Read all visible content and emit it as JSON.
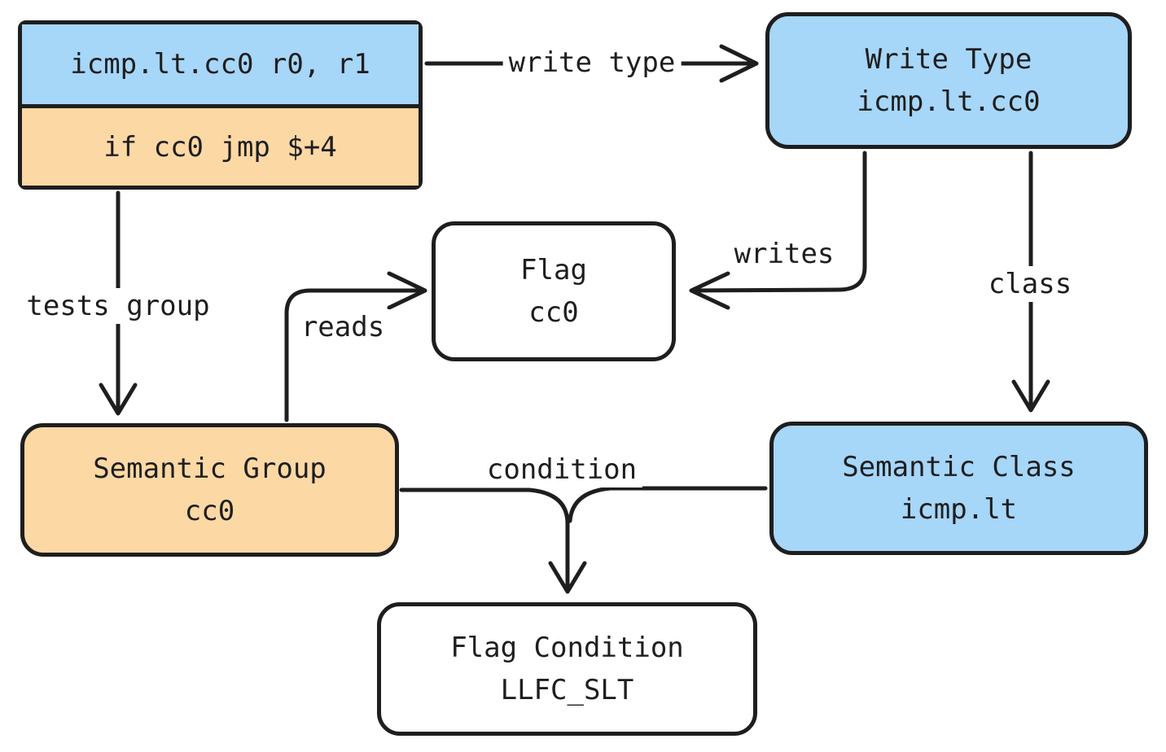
{
  "diagram": {
    "colors": {
      "stroke": "#1e1e1e",
      "blue_fill": "#a6d6f8",
      "orange_fill": "#fcd8a4",
      "white_fill": "#ffffff",
      "background": "#ffffff"
    },
    "instruction_block": {
      "compare_line": "icmp.lt.cc0 r0, r1",
      "branch_line": "if cc0 jmp $+4"
    },
    "nodes": {
      "write_type": {
        "title": "Write Type",
        "subtitle": "icmp.lt.cc0"
      },
      "flag": {
        "title": "Flag",
        "subtitle": "cc0"
      },
      "semantic_group": {
        "title": "Semantic Group",
        "subtitle": "cc0"
      },
      "semantic_class": {
        "title": "Semantic Class",
        "subtitle": "icmp.lt"
      },
      "flag_condition": {
        "title": "Flag Condition",
        "subtitle": "LLFC_SLT"
      }
    },
    "edge_labels": {
      "write_type": "write type",
      "tests_group": "tests group",
      "writes": "writes",
      "reads": "reads",
      "class_edge": "class",
      "condition": "condition"
    }
  }
}
